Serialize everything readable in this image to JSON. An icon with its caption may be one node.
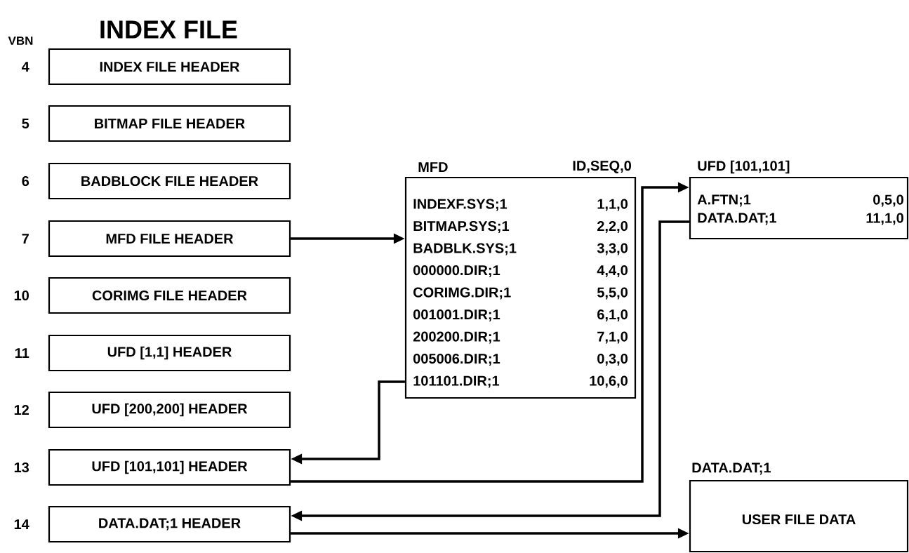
{
  "diagram": {
    "title": "INDEX FILE",
    "nodes": [
      {
        "text": [
          "INDEX FILE HEADER"
        ],
        "beside": [
          "4"
        ]
      },
      {
        "text": [
          "BITMAP FILE HEADER"
        ],
        "beside": [
          "5"
        ]
      },
      {
        "text": [
          "BADBLOCK FILE HEADER"
        ],
        "beside": [
          "6"
        ]
      },
      {
        "text": [
          "MFD FILE HEADER"
        ],
        "beside": [
          "7"
        ]
      },
      {
        "text": [
          "CORIMG FILE HEADER"
        ],
        "beside": [
          "10"
        ]
      },
      {
        "text": [
          "UFD [1,1] HEADER"
        ],
        "beside": [
          "11"
        ]
      },
      {
        "text": [
          "UFD [200,200] HEADER"
        ],
        "beside": [
          "12"
        ]
      },
      {
        "text": [
          "UFD [101,101] HEADER"
        ],
        "beside": [
          "13"
        ]
      },
      {
        "text": [
          "DATA.DAT;1 HEADER"
        ],
        "beside": [
          "14"
        ]
      },
      {
        "text": [
          "MFD",
          "ID,SEQ,0",
          "INDEXF.SYS;1",
          "1,1,0",
          "BITMAP.SYS;1",
          "2,2,0",
          "BADBLK.SYS;1",
          "3,3,0",
          "000000.DIR;1",
          "4,4,0",
          "CORIMG.DIR;1",
          "5,5,0",
          "001001.DIR;1",
          "6,1,0",
          "200200.DIR;1",
          "7,1,0",
          "005006.DIR;1",
          "0,3,0",
          "101101.DIR;1",
          "10,6,0"
        ]
      },
      {
        "text": [
          "UFD [101,101]",
          "A.FTN;1",
          "0,5,0",
          "DATA.DAT;1",
          "11,1,0"
        ]
      },
      {
        "text": [
          "DATA.DAT;1",
          "USER FILE DATA"
        ]
      }
    ],
    "edges": [
      {
        "from": 3,
        "to": 9,
        "arrow": "to"
      },
      {
        "from": 9,
        "to": 7,
        "arrow": "to"
      },
      {
        "from": 7,
        "to": 10,
        "arrow": "to"
      },
      {
        "from": 10,
        "to": 8,
        "arrow": "to"
      },
      {
        "from": 8,
        "to": 11,
        "arrow": "to"
      }
    ],
    "labels": [
      "VBN"
    ]
  }
}
